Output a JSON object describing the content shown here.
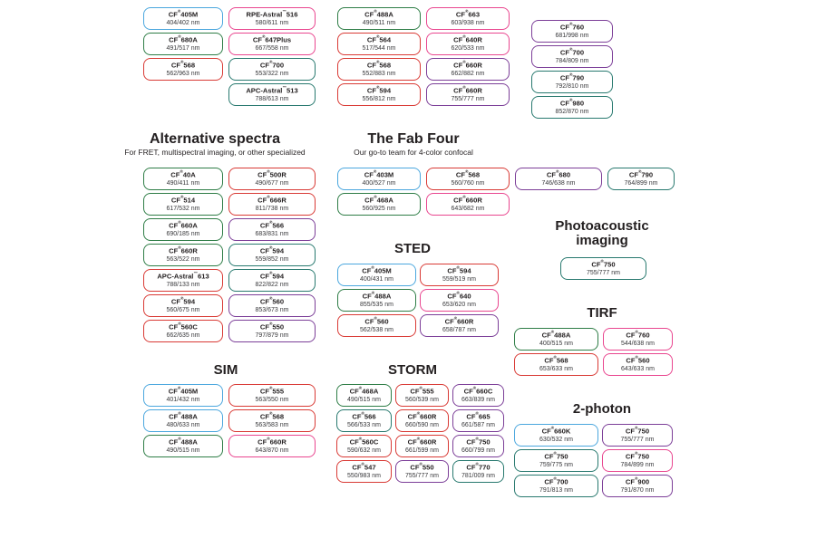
{
  "palette": {
    "blue": "#4ba7de",
    "green": "#2e7d46",
    "red": "#d93a35",
    "pink": "#e9468f",
    "teal": "#28796f",
    "purple": "#7c3e98",
    "text": "#231f20"
  },
  "top_grid": {
    "columns": [
      [
        {
          "name": "CF®405M",
          "value": "404/402 nm",
          "color": "blue"
        },
        {
          "name": "CF®680A",
          "value": "491/517 nm",
          "color": "green"
        },
        {
          "name": "CF®568",
          "value": "562/963 nm",
          "color": "red"
        }
      ],
      [
        {
          "name": "RPE-Astral™516",
          "value": "580/611 nm",
          "color": "pink"
        },
        {
          "name": "CF®647Plus",
          "value": "667/558 nm",
          "color": "pink"
        },
        {
          "name": "CF®700",
          "value": "553/322 nm",
          "color": "teal"
        },
        {
          "name": "APC-Astral™513",
          "value": "788/613 nm",
          "color": "teal"
        }
      ],
      [
        {
          "name": "CF®488A",
          "value": "490/511 nm",
          "color": "green"
        },
        {
          "name": "CF®564",
          "value": "517/544 nm",
          "color": "red"
        },
        {
          "name": "CF®568",
          "value": "552/883 nm",
          "color": "red"
        },
        {
          "name": "CF®594",
          "value": "556/812 nm",
          "color": "red"
        }
      ],
      [
        {
          "name": "CF®663",
          "value": "603/938 nm",
          "color": "pink"
        },
        {
          "name": "CF®640R",
          "value": "620/533 nm",
          "color": "pink"
        },
        {
          "name": "CF®660R",
          "value": "662/882 nm",
          "color": "purple"
        },
        {
          "name": "CF®660R",
          "value": "755/777 nm",
          "color": "purple"
        }
      ],
      [
        {
          "name": "CF®760",
          "value": "681/998 nm",
          "color": "purple"
        },
        {
          "name": "CF®700",
          "value": "784/809 nm",
          "color": "purple"
        },
        {
          "name": "CF®790",
          "value": "792/810 nm",
          "color": "teal"
        },
        {
          "name": "CF®980",
          "value": "852/870 nm",
          "color": "teal"
        }
      ]
    ]
  },
  "sections": {
    "alternative_spectra": {
      "title": "Alternative spectra",
      "subtitle": "For FRET, multispectral imaging, or other specialized",
      "columns": [
        [
          {
            "name": "CF®40A",
            "value": "490/411 nm",
            "color": "green"
          },
          {
            "name": "CF®514",
            "value": "617/532 nm",
            "color": "green"
          },
          {
            "name": "CF®660A",
            "value": "690/185 nm",
            "color": "green"
          },
          {
            "name": "CF®660R",
            "value": "563/522 nm",
            "color": "green"
          },
          {
            "name": "APC-Astral™613",
            "value": "788/133 nm",
            "color": "red"
          },
          {
            "name": "CF®594",
            "value": "560/675 nm",
            "color": "red"
          },
          {
            "name": "CF®560C",
            "value": "662/635 nm",
            "color": "red"
          }
        ],
        [
          {
            "name": "CF®500R",
            "value": "490/677 nm",
            "color": "red"
          },
          {
            "name": "CF®666R",
            "value": "811/738 nm",
            "color": "red"
          },
          {
            "name": "CF®566",
            "value": "683/831 nm",
            "color": "purple"
          },
          {
            "name": "CF®594",
            "value": "559/852 nm",
            "color": "teal"
          },
          {
            "name": "CF®594",
            "value": "822/822 nm",
            "color": "teal"
          },
          {
            "name": "CF®560",
            "value": "853/673 nm",
            "color": "purple"
          },
          {
            "name": "CF®550",
            "value": "797/879 nm",
            "color": "purple"
          }
        ]
      ]
    },
    "fab_four": {
      "title": "The Fab Four",
      "subtitle": "Our go-to team for 4-color confocal",
      "columns": [
        [
          {
            "name": "CF®403M",
            "value": "400/527 nm",
            "color": "blue"
          },
          {
            "name": "CF®468A",
            "value": "560/925 nm",
            "color": "green"
          }
        ],
        [
          {
            "name": "CF®568",
            "value": "560/760 nm",
            "color": "red"
          },
          {
            "name": "CF®660R",
            "value": "643/682 nm",
            "color": "pink"
          }
        ]
      ]
    },
    "sted": {
      "title": "STED",
      "columns": [
        [
          {
            "name": "CF®405M",
            "value": "400/431 nm",
            "color": "blue"
          },
          {
            "name": "CF®488A",
            "value": "855/535 nm",
            "color": "green"
          },
          {
            "name": "CF®560",
            "value": "562/538 nm",
            "color": "red"
          }
        ],
        [
          {
            "name": "CF®594",
            "value": "559/519 nm",
            "color": "red"
          },
          {
            "name": "CF®640",
            "value": "653/620 nm",
            "color": "pink"
          },
          {
            "name": "CF®660R",
            "value": "658/787 nm",
            "color": "purple"
          }
        ]
      ]
    },
    "sim": {
      "title": "SIM",
      "columns": [
        [
          {
            "name": "CF®405M",
            "value": "401/432 nm",
            "color": "blue"
          },
          {
            "name": "CF®488A",
            "value": "480/633 nm",
            "color": "blue"
          },
          {
            "name": "CF®488A",
            "value": "490/515 nm",
            "color": "green"
          }
        ],
        [
          {
            "name": "CF®555",
            "value": "563/550 nm",
            "color": "red"
          },
          {
            "name": "CF®568",
            "value": "563/583 nm",
            "color": "red"
          },
          {
            "name": "CF®660R",
            "value": "643/870 nm",
            "color": "pink"
          }
        ]
      ]
    },
    "storm": {
      "title": "STORM",
      "columns": [
        [
          {
            "name": "CF®468A",
            "value": "490/515 nm",
            "color": "green"
          },
          {
            "name": "CF®566",
            "value": "566/533 nm",
            "color": "teal"
          },
          {
            "name": "CF®560C",
            "value": "590/632 nm",
            "color": "red"
          },
          {
            "name": "CF®547",
            "value": "550/983 nm",
            "color": "red"
          }
        ],
        [
          {
            "name": "CF®555",
            "value": "560/539 nm",
            "color": "red"
          },
          {
            "name": "CF®660R",
            "value": "660/590 nm",
            "color": "red"
          },
          {
            "name": "CF®660R",
            "value": "661/599 nm",
            "color": "red"
          },
          {
            "name": "CF®550",
            "value": "755/777 nm",
            "color": "purple"
          }
        ],
        [
          {
            "name": "CF®660C",
            "value": "663/839 nm",
            "color": "purple"
          },
          {
            "name": "CF®665",
            "value": "661/587 nm",
            "color": "purple"
          },
          {
            "name": "CF®750",
            "value": "660/799 nm",
            "color": "purple"
          },
          {
            "name": "CF®770",
            "value": "781/009 nm",
            "color": "teal"
          }
        ]
      ]
    },
    "pair": {
      "columns": [
        [
          {
            "name": "CF®680",
            "value": "746/638 nm",
            "color": "purple"
          }
        ],
        [
          {
            "name": "CF®790",
            "value": "764/899 nm",
            "color": "teal"
          }
        ]
      ]
    },
    "photoacoustic": {
      "title_line1": "Photoacoustic",
      "title_line2": "imaging",
      "columns": [
        [
          {
            "name": "CF®750",
            "value": "755/777 nm",
            "color": "teal"
          }
        ]
      ]
    },
    "tirf": {
      "title": "TIRF",
      "columns": [
        [
          {
            "name": "CF®488A",
            "value": "400/515 nm",
            "color": "green"
          },
          {
            "name": "CF®568",
            "value": "653/633 nm",
            "color": "red"
          }
        ],
        [
          {
            "name": "CF®760",
            "value": "544/638 nm",
            "color": "pink"
          },
          {
            "name": "CF®560",
            "value": "643/633 nm",
            "color": "pink"
          }
        ]
      ]
    },
    "two_photon": {
      "title": "2-photon",
      "columns": [
        [
          {
            "name": "CF®660K",
            "value": "630/532 nm",
            "color": "blue"
          },
          {
            "name": "CF®750",
            "value": "759/775 nm",
            "color": "teal"
          },
          {
            "name": "CF®700",
            "value": "791/813 nm",
            "color": "teal"
          }
        ],
        [
          {
            "name": "CF®750",
            "value": "755/777 nm",
            "color": "purple"
          },
          {
            "name": "CF®750",
            "value": "784/899 nm",
            "color": "pink"
          },
          {
            "name": "CF®900",
            "value": "791/870 nm",
            "color": "purple"
          }
        ]
      ]
    }
  }
}
